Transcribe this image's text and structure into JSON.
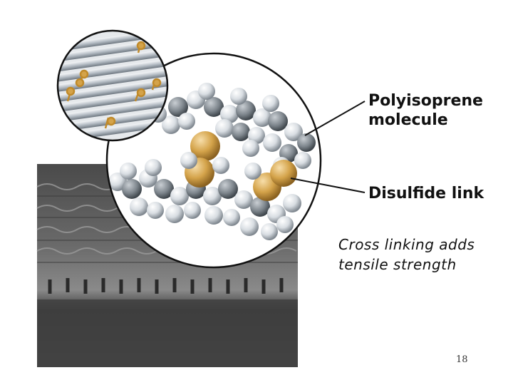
{
  "labels": {
    "polyisoprene_line1": "Polyisoprene",
    "polyisoprene_line2": "molecule",
    "disulfide": "Disulfide link"
  },
  "caption": {
    "line1": "Cross linking adds",
    "line2": "tensile strength"
  },
  "page_number": "18",
  "colors": {
    "sulfur": "#d4a34a",
    "hydrogen": "#e8ecf0",
    "carbon": "#7d858c",
    "tire": "#5c5c5c"
  }
}
